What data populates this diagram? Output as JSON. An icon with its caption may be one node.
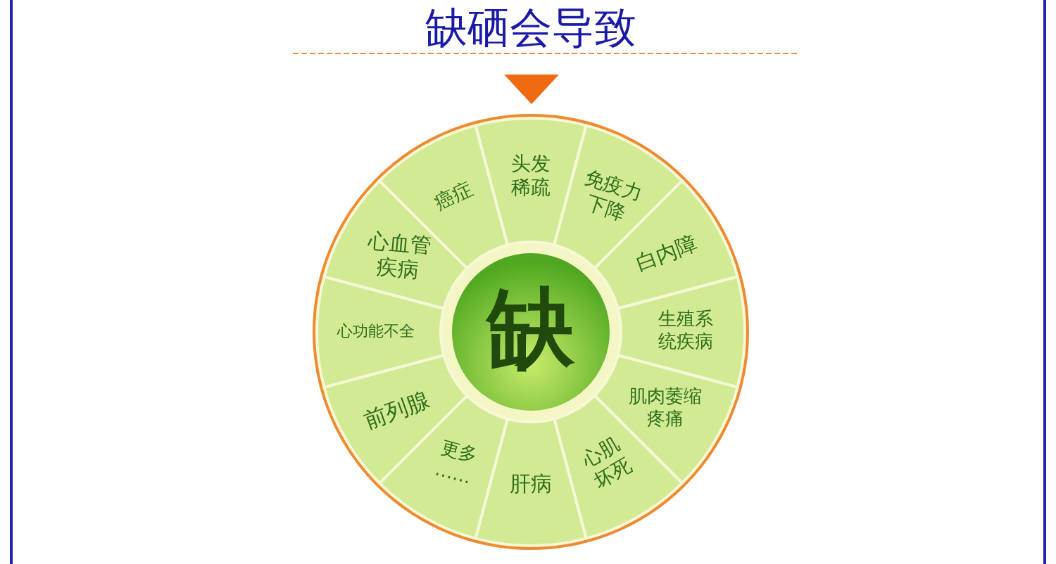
{
  "diagram": {
    "title": "缺硒会导致",
    "nodes": [
      {
        "text": [
          "缺"
        ]
      },
      {
        "text": [
          "头发稀疏"
        ]
      },
      {
        "text": [
          "免疫力下降"
        ]
      },
      {
        "text": [
          "白内障"
        ]
      },
      {
        "text": [
          "生殖系统疾病"
        ]
      },
      {
        "text": [
          "肌肉萎缩疼痛"
        ]
      },
      {
        "text": [
          "心肌坏死"
        ]
      },
      {
        "text": [
          "肝病"
        ]
      },
      {
        "text": [
          "更多……"
        ]
      },
      {
        "text": [
          "前列腺"
        ]
      },
      {
        "text": [
          "心功能不全"
        ]
      },
      {
        "text": [
          "心血管疾病"
        ]
      },
      {
        "text": [
          "癌症"
        ]
      }
    ]
  }
}
